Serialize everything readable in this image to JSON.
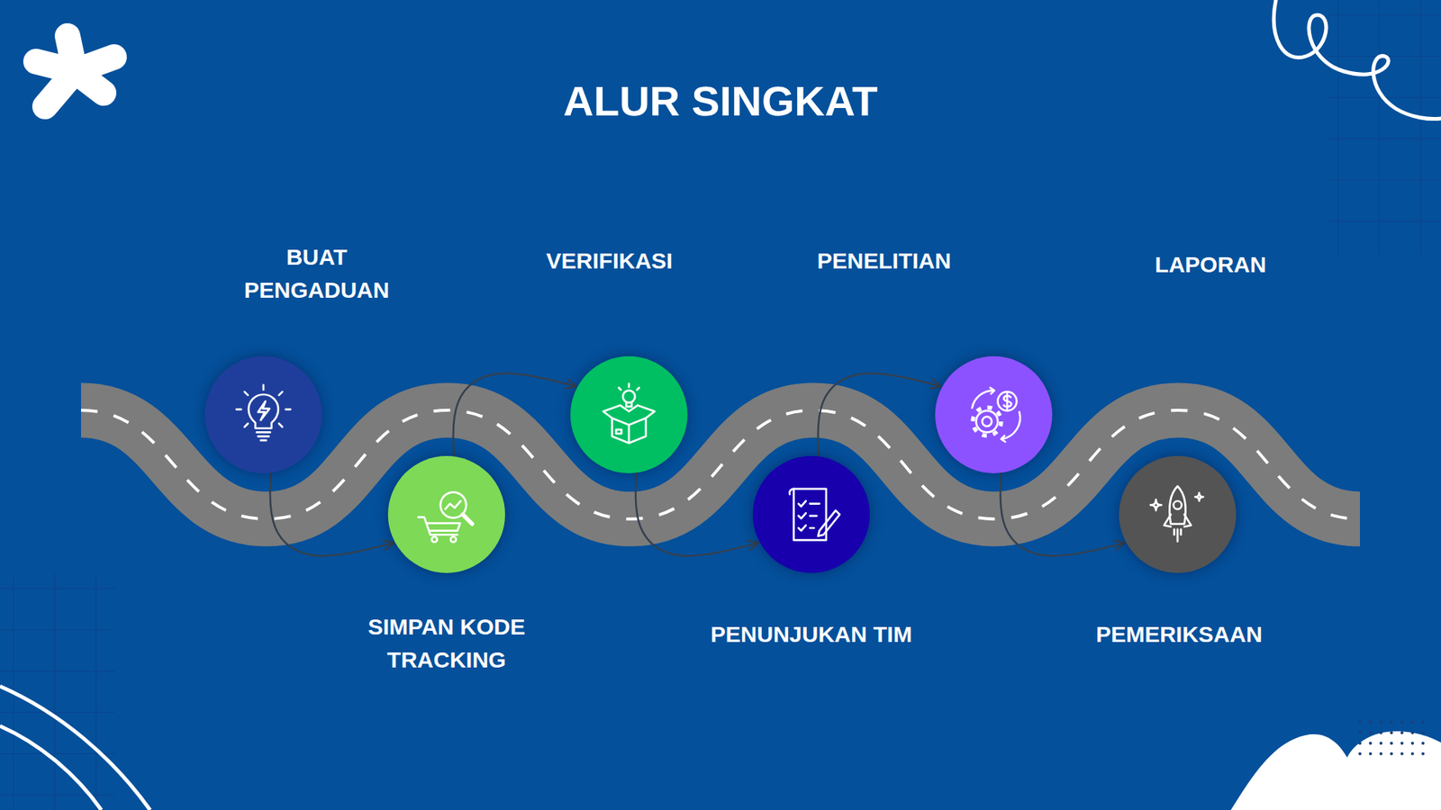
{
  "diagram": {
    "title": "ALUR SINGKAT",
    "nodes": [
      {
        "text": [
          "BUAT PENGADUAN"
        ]
      },
      {
        "text": [
          "SIMPAN KODE TRACKING"
        ]
      },
      {
        "text": [
          "VERIFIKASI"
        ]
      },
      {
        "text": [
          "PENUNJUKAN TIM"
        ]
      },
      {
        "text": [
          "PENELITIAN"
        ]
      },
      {
        "text": [
          "PEMERIKSAAN"
        ]
      }
    ],
    "edges": [
      {
        "from": 0,
        "to": 1,
        "arrow": "to"
      },
      {
        "from": 1,
        "to": 2,
        "arrow": "to"
      },
      {
        "from": 2,
        "to": 3,
        "arrow": "to"
      },
      {
        "from": 3,
        "to": 4,
        "arrow": "to"
      },
      {
        "from": 4,
        "to": 5,
        "arrow": "to"
      }
    ],
    "labels": [
      "LAPORAN"
    ]
  }
}
